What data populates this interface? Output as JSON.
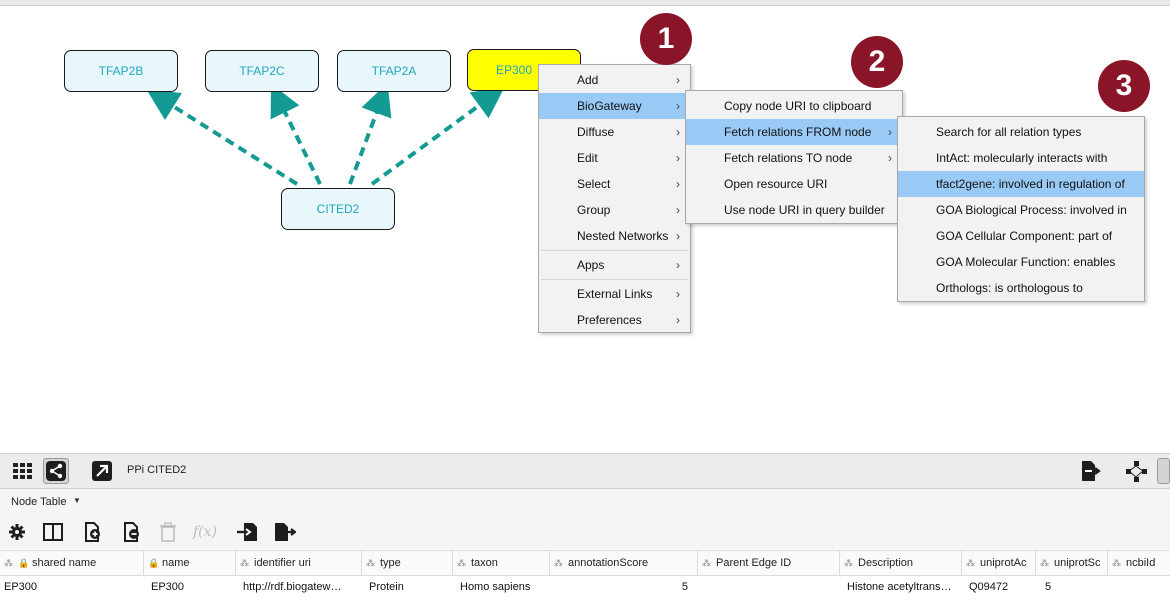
{
  "network": {
    "nodes": [
      {
        "id": "tfap2b",
        "label": "TFAP2B",
        "selected": false
      },
      {
        "id": "tfap2c",
        "label": "TFAP2C",
        "selected": false
      },
      {
        "id": "tfap2a",
        "label": "TFAP2A",
        "selected": false
      },
      {
        "id": "ep300",
        "label": "EP300",
        "selected": true
      },
      {
        "id": "cited2",
        "label": "CITED2",
        "selected": false
      }
    ],
    "edge_color": "#139a93"
  },
  "context_menu": {
    "items": [
      {
        "label": "Add"
      },
      {
        "label": "BioGateway"
      },
      {
        "label": "Diffuse"
      },
      {
        "label": "Edit"
      },
      {
        "label": "Select"
      },
      {
        "label": "Group"
      },
      {
        "label": "Nested Networks"
      },
      {
        "label": "Apps"
      },
      {
        "label": "External Links"
      },
      {
        "label": "Preferences"
      }
    ]
  },
  "biogateway_menu": {
    "items": [
      {
        "label": "Copy node URI to clipboard"
      },
      {
        "label": "Fetch relations FROM node"
      },
      {
        "label": "Fetch relations TO node"
      },
      {
        "label": "Open resource URI"
      },
      {
        "label": "Use node URI in query builder"
      }
    ]
  },
  "relations_menu": {
    "items": [
      {
        "label": "Search for all relation types"
      },
      {
        "label": "IntAct: molecularly interacts with"
      },
      {
        "label": "tfact2gene: involved in regulation of"
      },
      {
        "label": "GOA Biological Process: involved in"
      },
      {
        "label": "GOA Cellular Component: part of"
      },
      {
        "label": "GOA Molecular Function: enables"
      },
      {
        "label": "Orthologs: is orthologous to"
      }
    ]
  },
  "badges": [
    "1",
    "2",
    "3"
  ],
  "toolbar": {
    "network_name": "PPi CITED2"
  },
  "table_panel": {
    "selector_label": "Node Table"
  },
  "table": {
    "columns": [
      "shared name",
      "name",
      "identifier uri",
      "type",
      "taxon",
      "annotationScore",
      "Parent Edge ID",
      "Description",
      "uniprotAc",
      "uniprotSc",
      "ncbiId"
    ],
    "rows": [
      [
        "EP300",
        "EP300",
        "http://rdf.biogatew…",
        "Protein",
        "Homo sapiens",
        "5",
        "",
        "Histone acetyltrans…",
        "Q09472",
        "5",
        ""
      ]
    ]
  },
  "colors": {
    "highlight": "#99c9f5",
    "badge": "#8a1428",
    "selected_node": "#ffff00",
    "node_fill": "#e8f7fb",
    "node_text": "#22a6c0"
  }
}
